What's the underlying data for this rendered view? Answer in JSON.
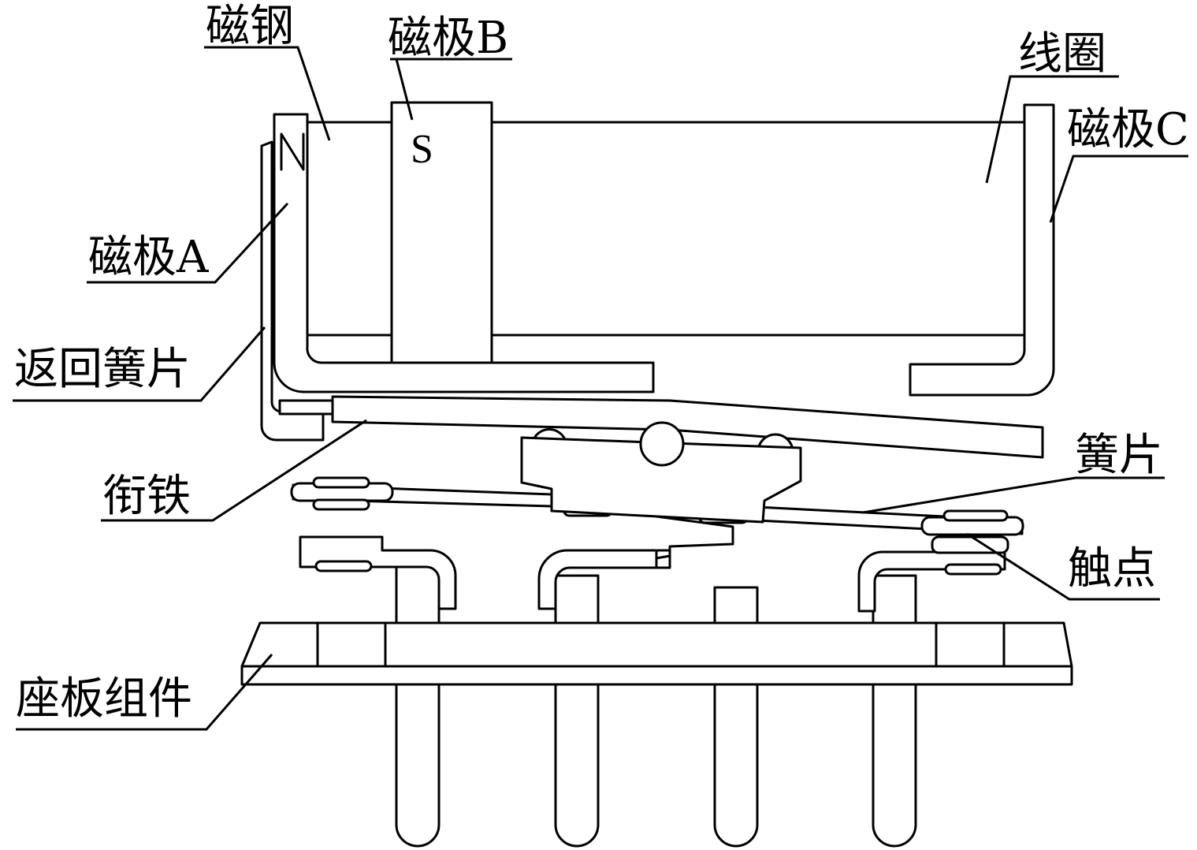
{
  "labels": {
    "magnet_steel": "磁钢",
    "pole_b": "磁极B",
    "coil": "线圈",
    "pole_c": "磁极C",
    "pole_a": "磁极A",
    "return_spring": "返回簧片",
    "armature": "衔铁",
    "reed": "簧片",
    "contact": "触点",
    "base_assembly": "座板组件"
  },
  "pole_marks": {
    "south": "S"
  }
}
